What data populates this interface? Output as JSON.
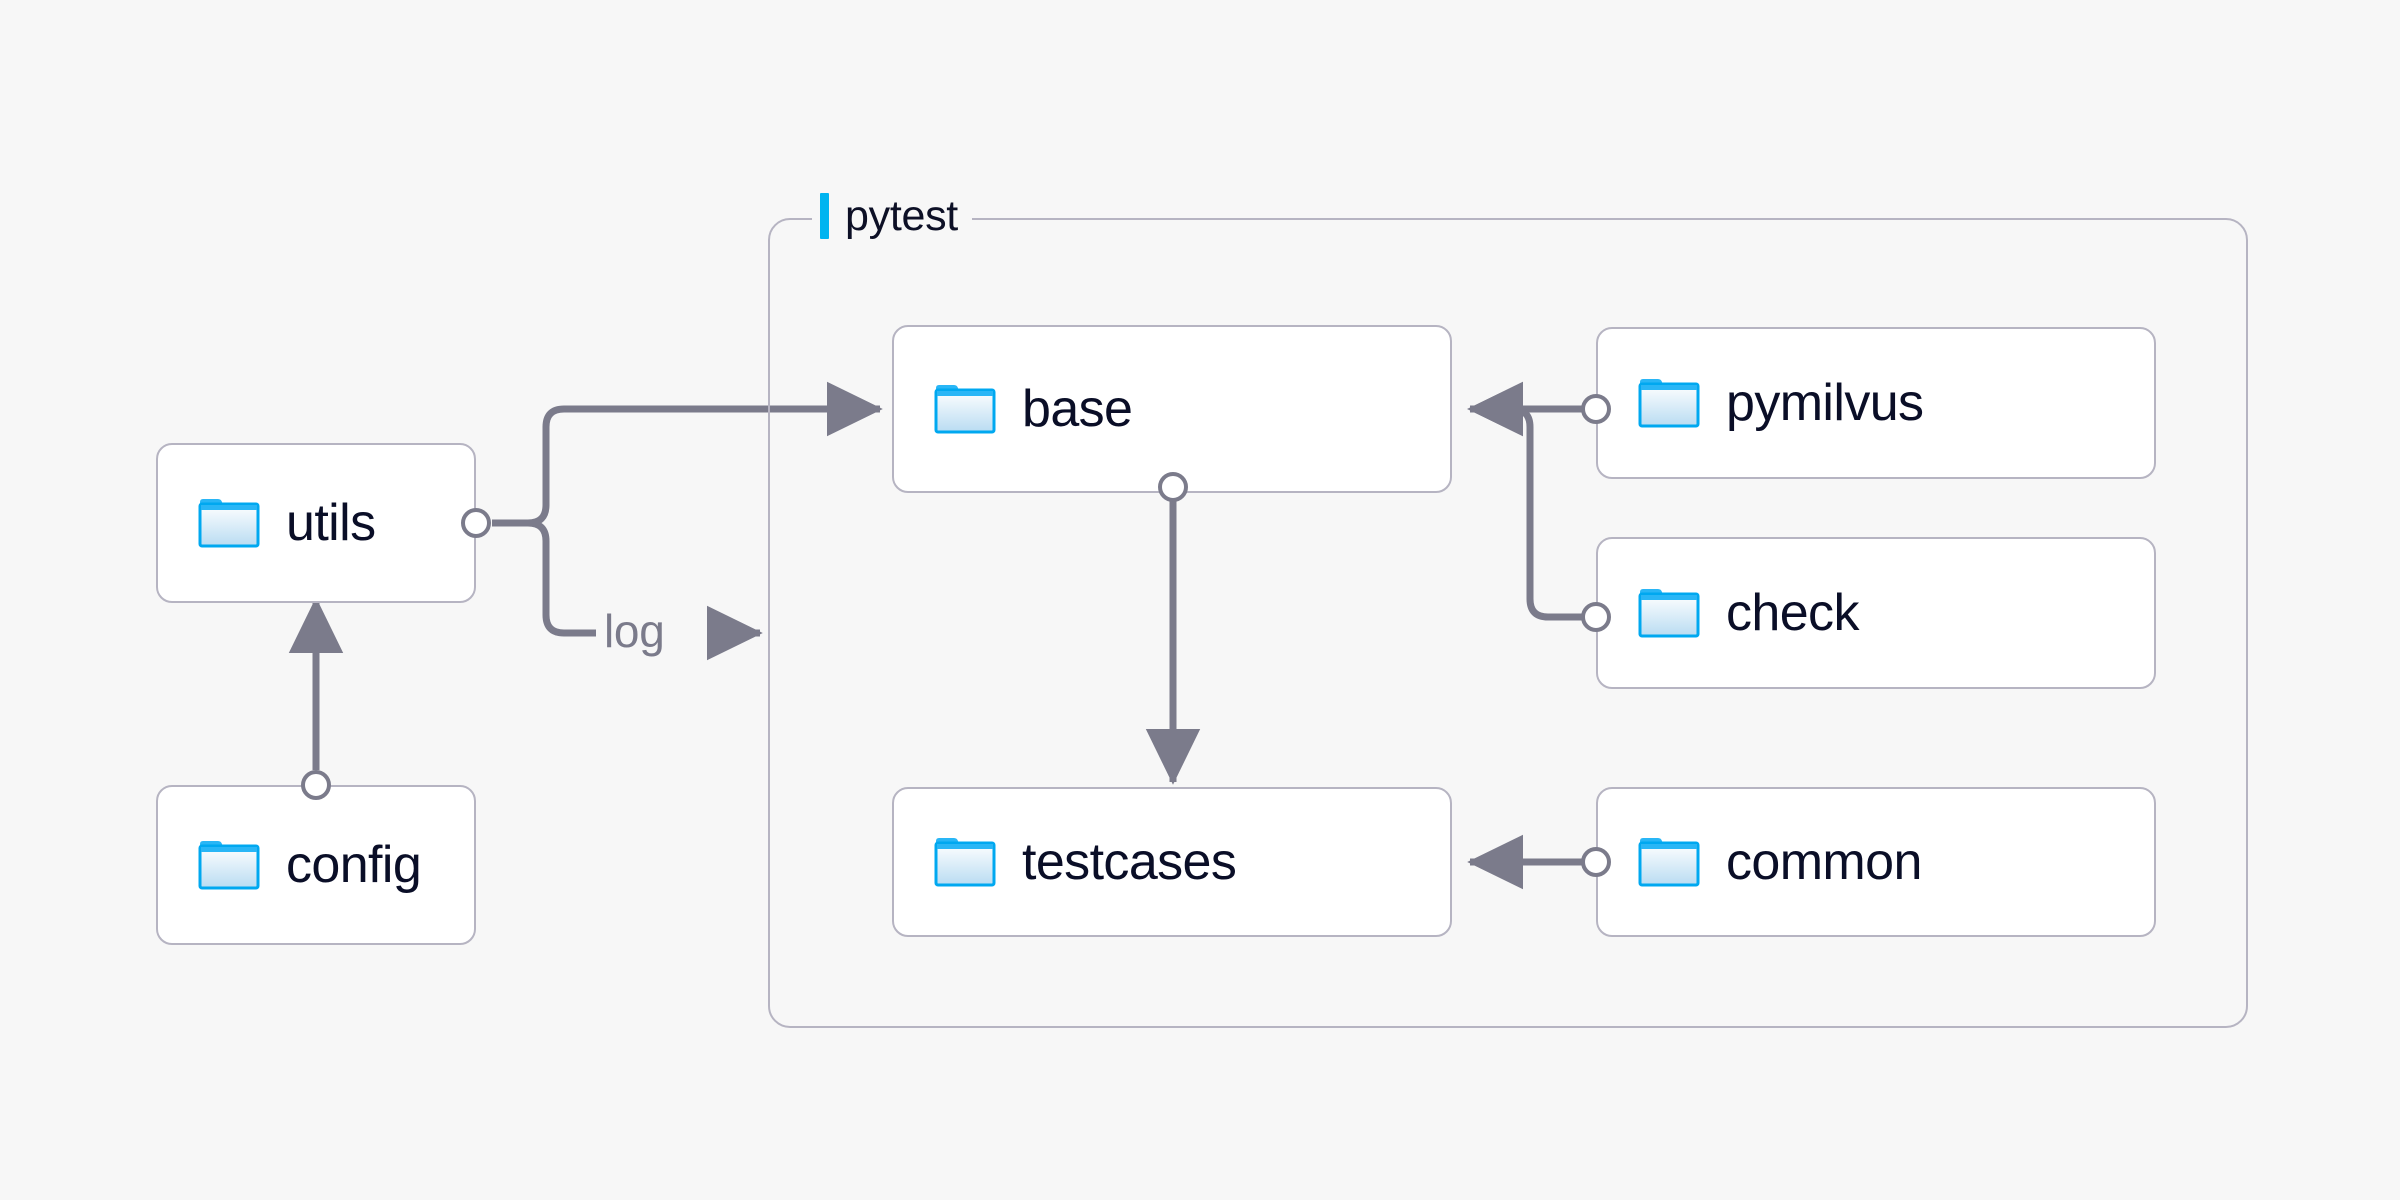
{
  "diagram": {
    "type": "architecture-dependency-diagram",
    "background_color": "#f7f7f7",
    "accent_color": "#00b4f0",
    "node_border_color": "#b6b4c2",
    "node_fill_color": "#ffffff",
    "edge_color": "#7b7b8b",
    "label_color": "#0a0e27"
  },
  "group": {
    "label": "pytest",
    "accent_bar_color": "#00b4f0",
    "border_color": "#b6b4c2"
  },
  "nodes": [
    {
      "id": "utils",
      "label": "utils",
      "icon": "folder-icon",
      "inside_group": false
    },
    {
      "id": "config",
      "label": "config",
      "icon": "folder-icon",
      "inside_group": false
    },
    {
      "id": "base",
      "label": "base",
      "icon": "folder-icon",
      "inside_group": true
    },
    {
      "id": "testcases",
      "label": "testcases",
      "icon": "folder-icon",
      "inside_group": true
    },
    {
      "id": "pymilvus",
      "label": "pymilvus",
      "icon": "folder-icon",
      "inside_group": true
    },
    {
      "id": "check",
      "label": "check",
      "icon": "folder-icon",
      "inside_group": true
    },
    {
      "id": "common",
      "label": "common",
      "icon": "folder-icon",
      "inside_group": true
    }
  ],
  "edges": [
    {
      "id": "utils-base",
      "from": "utils",
      "to": "base",
      "label": "",
      "arrow": true
    },
    {
      "id": "utils-log",
      "from": "utils",
      "to": "pytest",
      "label": "log",
      "arrow": true
    },
    {
      "id": "config-utils",
      "from": "config",
      "to": "utils",
      "label": "",
      "arrow": true
    },
    {
      "id": "base-testcases",
      "from": "base",
      "to": "testcases",
      "label": "",
      "arrow": true
    },
    {
      "id": "pymilvus-base",
      "from": "pymilvus",
      "to": "base",
      "label": "",
      "arrow": true
    },
    {
      "id": "check-base",
      "from": "check",
      "to": "base",
      "label": "",
      "arrow": true
    },
    {
      "id": "common-testcases",
      "from": "common",
      "to": "testcases",
      "label": "",
      "arrow": true
    }
  ],
  "edge_labels": {
    "log": "log"
  }
}
